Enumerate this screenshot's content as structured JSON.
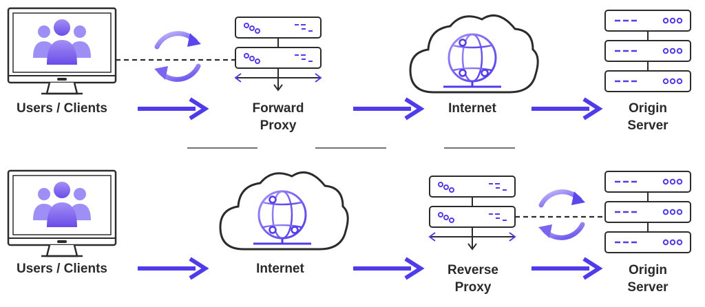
{
  "colors": {
    "accent": "#4f3bea",
    "accent_light": "#9d8ff5",
    "outline": "#2b2b2b",
    "divider": "#444444"
  },
  "forward_row": {
    "users_label": "Users / Clients",
    "proxy_label_line1": "Forward",
    "proxy_label_line2": "Proxy",
    "internet_label": "Internet",
    "origin_label_line1": "Origin",
    "origin_label_line2": "Server"
  },
  "reverse_row": {
    "users_label": "Users / Clients",
    "internet_label": "Internet",
    "proxy_label_line1": "Reverse",
    "proxy_label_line2": "Proxy",
    "origin_label_line1": "Origin",
    "origin_label_line2": "Server"
  },
  "icons": {
    "monitor": "monitor-users-icon",
    "proxy": "proxy-server-icon",
    "cloud": "cloud-globe-icon",
    "server": "server-stack-icon",
    "sync": "sync-cycle-icon",
    "arrow": "arrow-right-icon"
  }
}
